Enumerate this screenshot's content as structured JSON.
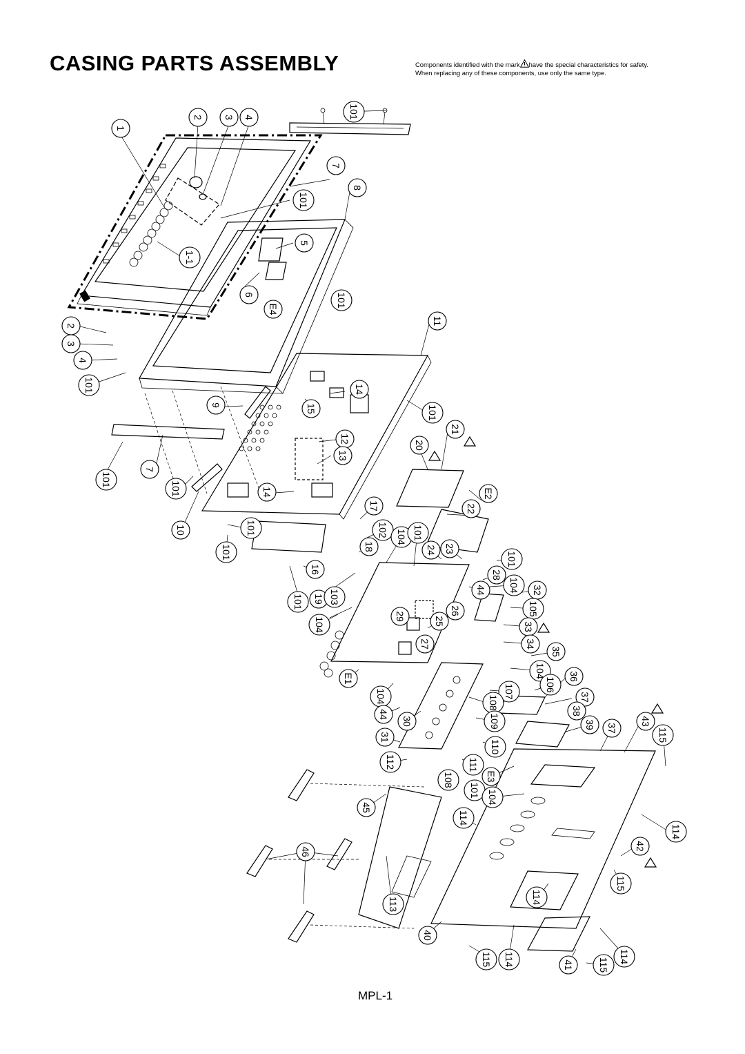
{
  "title": "CASING PARTS ASSEMBLY",
  "safety_note": {
    "line1_before": "Components identified with the mark",
    "line1_after": "have the special characteristics for safety.",
    "line2": "When replacing any of these components, use only the same type.",
    "mark_icon": "warning-triangle-icon"
  },
  "page_code": "MPL-1",
  "callouts": [
    {
      "id": "c1",
      "text": "1"
    },
    {
      "id": "c2",
      "text": "2"
    },
    {
      "id": "c3",
      "text": "3"
    },
    {
      "id": "c4",
      "text": "4"
    },
    {
      "id": "c101a",
      "text": "101"
    },
    {
      "id": "c7a",
      "text": "7"
    },
    {
      "id": "c8",
      "text": "8"
    },
    {
      "id": "c101b",
      "text": "101"
    },
    {
      "id": "c5",
      "text": "5"
    },
    {
      "id": "c1-1",
      "text": "1-1"
    },
    {
      "id": "c6",
      "text": "6"
    },
    {
      "id": "cE4",
      "text": "E4"
    },
    {
      "id": "c101c",
      "text": "101"
    },
    {
      "id": "c11",
      "text": "11"
    },
    {
      "id": "c2b",
      "text": "2"
    },
    {
      "id": "c3b",
      "text": "3"
    },
    {
      "id": "c4b",
      "text": "4"
    },
    {
      "id": "c101d",
      "text": "101"
    },
    {
      "id": "c14a",
      "text": "14"
    },
    {
      "id": "c15",
      "text": "15"
    },
    {
      "id": "c9",
      "text": "9"
    },
    {
      "id": "c101e",
      "text": "101"
    },
    {
      "id": "c21",
      "text": "21"
    },
    {
      "id": "c12",
      "text": "12"
    },
    {
      "id": "c20",
      "text": "20"
    },
    {
      "id": "c13",
      "text": "13"
    },
    {
      "id": "c7b",
      "text": "7"
    },
    {
      "id": "c101f",
      "text": "101"
    },
    {
      "id": "c101g",
      "text": "101"
    },
    {
      "id": "c14b",
      "text": "14"
    },
    {
      "id": "cE2",
      "text": "E2"
    },
    {
      "id": "c22",
      "text": "22"
    },
    {
      "id": "c17",
      "text": "17"
    },
    {
      "id": "c10",
      "text": "10"
    },
    {
      "id": "c101h",
      "text": "101"
    },
    {
      "id": "c102",
      "text": "102"
    },
    {
      "id": "c104a",
      "text": "104"
    },
    {
      "id": "c101i",
      "text": "101"
    },
    {
      "id": "c23",
      "text": "23"
    },
    {
      "id": "c24",
      "text": "24"
    },
    {
      "id": "c18",
      "text": "18"
    },
    {
      "id": "c101j",
      "text": "101"
    },
    {
      "id": "c101k",
      "text": "101"
    },
    {
      "id": "c28",
      "text": "28"
    },
    {
      "id": "c104b",
      "text": "104"
    },
    {
      "id": "c16",
      "text": "16"
    },
    {
      "id": "c44a",
      "text": "44"
    },
    {
      "id": "c32",
      "text": "32"
    },
    {
      "id": "c101l",
      "text": "101"
    },
    {
      "id": "c19",
      "text": "19"
    },
    {
      "id": "c103",
      "text": "103"
    },
    {
      "id": "c105",
      "text": "105"
    },
    {
      "id": "c26",
      "text": "26"
    },
    {
      "id": "c29",
      "text": "29"
    },
    {
      "id": "c25",
      "text": "25"
    },
    {
      "id": "c33",
      "text": "33"
    },
    {
      "id": "c104c",
      "text": "104"
    },
    {
      "id": "c27",
      "text": "27"
    },
    {
      "id": "c34",
      "text": "34"
    },
    {
      "id": "c35",
      "text": "35"
    },
    {
      "id": "c104d",
      "text": "104"
    },
    {
      "id": "c36",
      "text": "36"
    },
    {
      "id": "cE1",
      "text": "E1"
    },
    {
      "id": "c107",
      "text": "107"
    },
    {
      "id": "c106",
      "text": "106"
    },
    {
      "id": "c37a",
      "text": "37"
    },
    {
      "id": "c104e",
      "text": "104"
    },
    {
      "id": "c44b",
      "text": "44"
    },
    {
      "id": "c108a",
      "text": "108"
    },
    {
      "id": "c38",
      "text": "38"
    },
    {
      "id": "c43",
      "text": "43"
    },
    {
      "id": "c30",
      "text": "30"
    },
    {
      "id": "c109",
      "text": "109"
    },
    {
      "id": "c39",
      "text": "39"
    },
    {
      "id": "c37b",
      "text": "37"
    },
    {
      "id": "c115a",
      "text": "115"
    },
    {
      "id": "c31",
      "text": "31"
    },
    {
      "id": "c110",
      "text": "110"
    },
    {
      "id": "c112",
      "text": "112"
    },
    {
      "id": "c111",
      "text": "111"
    },
    {
      "id": "cE3",
      "text": "E3"
    },
    {
      "id": "c108b",
      "text": "108"
    },
    {
      "id": "c101m",
      "text": "101"
    },
    {
      "id": "c104f",
      "text": "104"
    },
    {
      "id": "c45",
      "text": "45"
    },
    {
      "id": "c114a",
      "text": "114"
    },
    {
      "id": "c114b",
      "text": "114"
    },
    {
      "id": "c46",
      "text": "46"
    },
    {
      "id": "c42",
      "text": "42"
    },
    {
      "id": "c115b",
      "text": "115"
    },
    {
      "id": "c114c",
      "text": "114"
    },
    {
      "id": "c113",
      "text": "113"
    },
    {
      "id": "c40",
      "text": "40"
    },
    {
      "id": "c115c",
      "text": "115"
    },
    {
      "id": "c114d",
      "text": "114"
    },
    {
      "id": "c41",
      "text": "41"
    },
    {
      "id": "c115d",
      "text": "115"
    },
    {
      "id": "c114e",
      "text": "114"
    }
  ]
}
